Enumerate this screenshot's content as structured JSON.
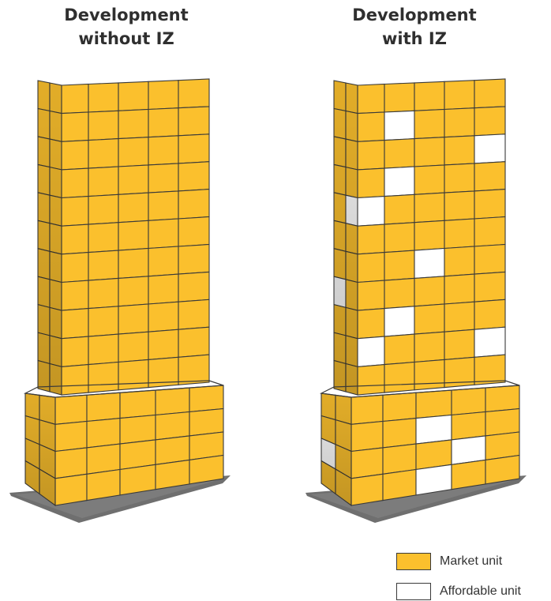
{
  "titles": {
    "left": {
      "line1": "Development",
      "line2": "without IZ"
    },
    "right": {
      "line1": "Development",
      "line2": "with IZ"
    }
  },
  "legend": {
    "market_label": "Market unit",
    "affordable_label": "Affordable unit"
  },
  "colors": {
    "market": "#fbc02d",
    "affordable": "#ffffff",
    "outline": "#3a3a3a",
    "ground": "#6f6f6f"
  },
  "buildings": {
    "left": {
      "tower_floors": 11,
      "tower_units_per_floor": 6,
      "base_floors": 4,
      "base_units_per_floor": 6,
      "affordable_units": 0
    },
    "right": {
      "tower_floors": 11,
      "tower_units_per_floor": 6,
      "base_floors": 4,
      "base_units_per_floor": 6,
      "affordable_units": 13
    }
  }
}
